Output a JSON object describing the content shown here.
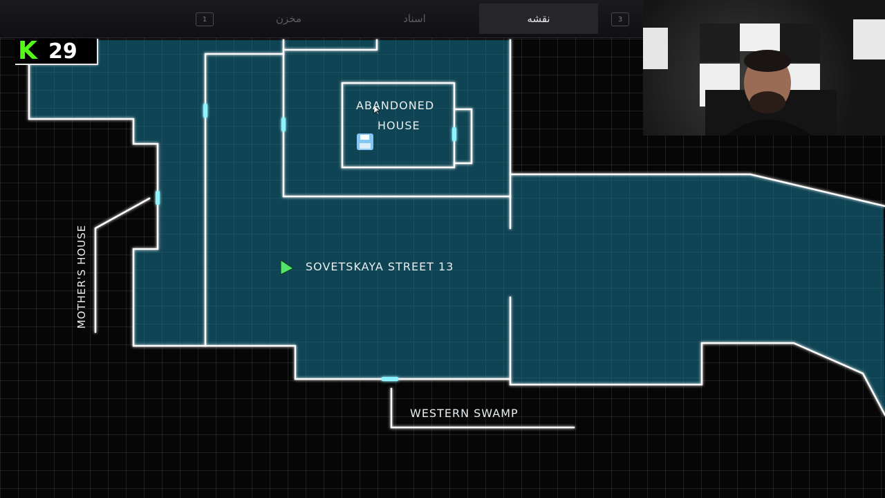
{
  "tabs": [
    {
      "label": "مخزن",
      "active": false
    },
    {
      "label": "اسناد",
      "active": false
    },
    {
      "label": "نقشه",
      "active": true
    }
  ],
  "key_hints": {
    "left": "1",
    "right": "3"
  },
  "overlay": {
    "kick_logo": "K",
    "count": "29"
  },
  "map": {
    "labels": {
      "abandoned_house_line1": "ABANDONED",
      "abandoned_house_line2": "HOUSE",
      "player_location": "SOVETSKAYA STREET 13",
      "mothers_house": "MOTHER'S HOUSE",
      "western_swamp": "WESTERN SWAMP"
    },
    "icons": {
      "save_point": "floppy-disk-icon",
      "player_marker": "green-arrow-icon"
    },
    "colors": {
      "floor": "#0e4454",
      "wall": "#ffffff",
      "door": "#8ff2ff",
      "player": "#52e56b",
      "save_icon": "#86c6f4"
    }
  }
}
